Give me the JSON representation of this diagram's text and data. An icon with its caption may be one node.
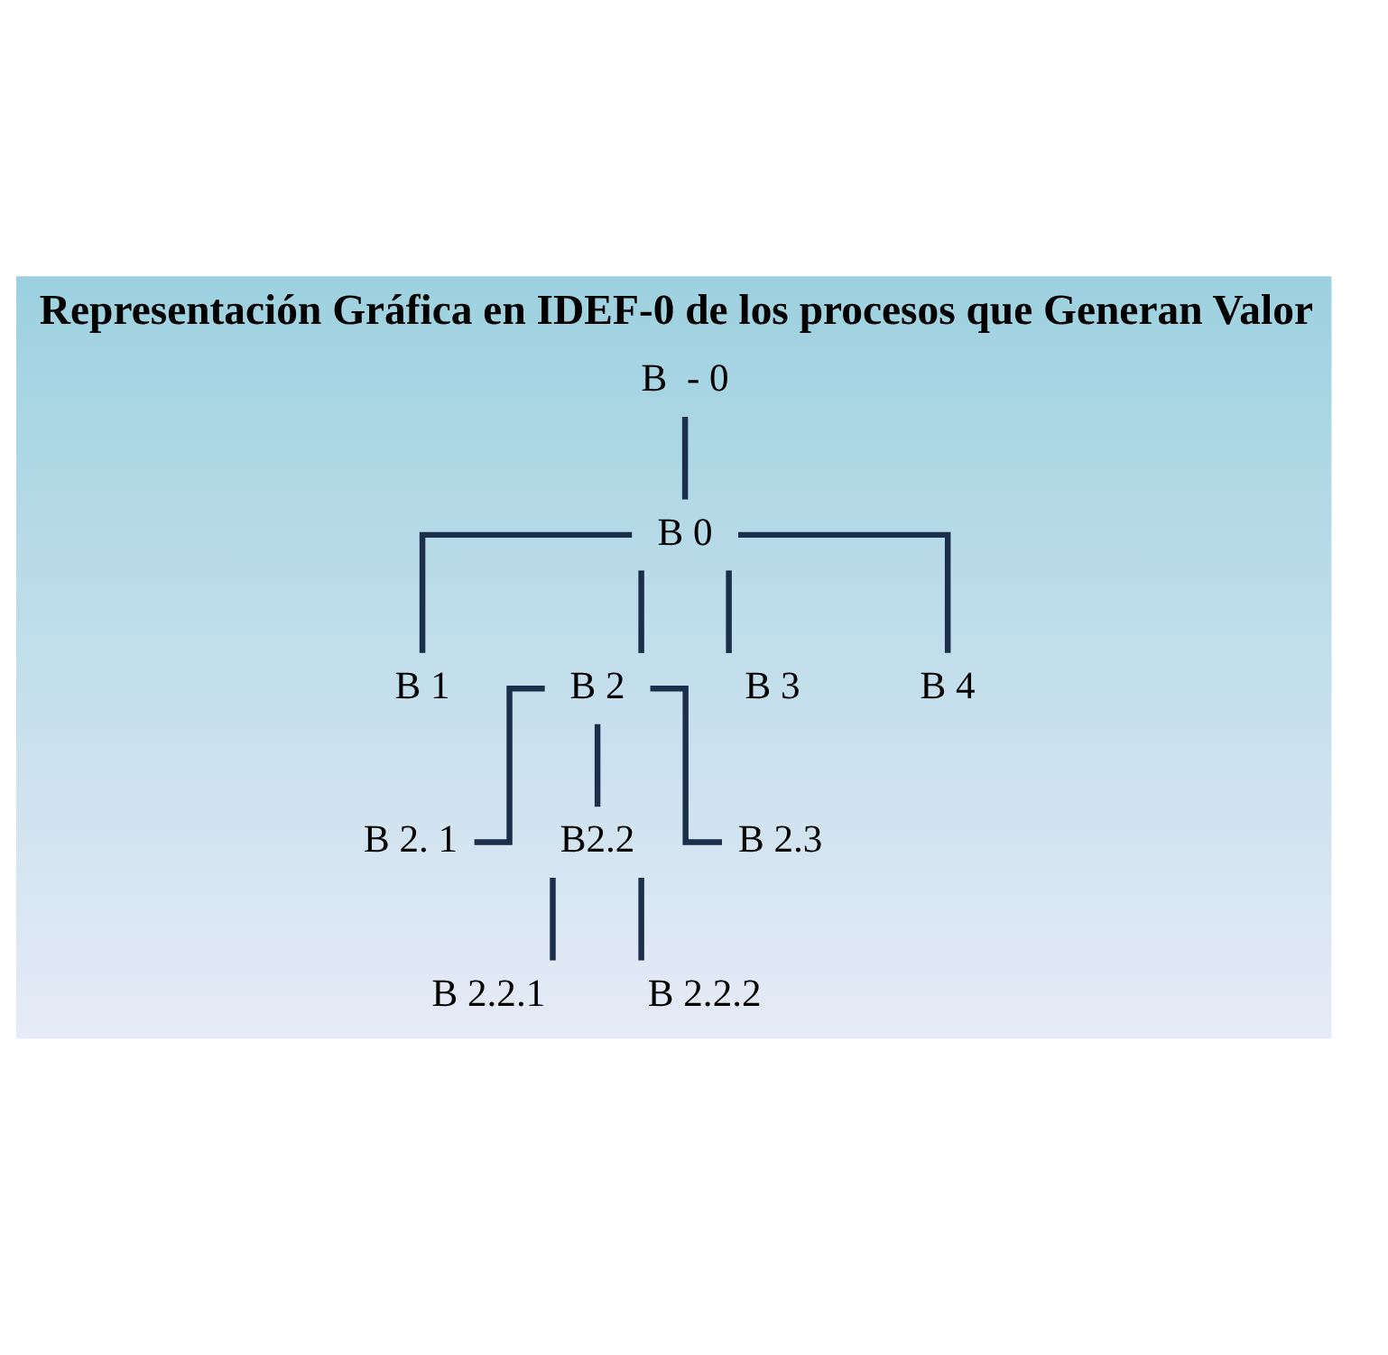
{
  "diagram": {
    "title": "Representación Gráfica en IDEF-0 de los procesos que Generan Valor",
    "nodes": [
      {
        "text": [
          "B  - 0"
        ]
      },
      {
        "text": [
          "B 0"
        ]
      },
      {
        "text": [
          "B 1"
        ]
      },
      {
        "text": [
          "B 2"
        ]
      },
      {
        "text": [
          "B 3"
        ]
      },
      {
        "text": [
          "B 4"
        ]
      },
      {
        "text": [
          "B 2. 1"
        ]
      },
      {
        "text": [
          "B2.2"
        ]
      },
      {
        "text": [
          "B 2.3"
        ]
      },
      {
        "text": [
          "B 2.2.1"
        ]
      },
      {
        "text": [
          "B 2.2.2"
        ]
      }
    ],
    "edges": [
      {
        "from": 0,
        "to": 1,
        "arrow": "none"
      },
      {
        "from": 1,
        "to": 2,
        "arrow": "none"
      },
      {
        "from": 1,
        "to": 3,
        "arrow": "none"
      },
      {
        "from": 1,
        "to": 4,
        "arrow": "none"
      },
      {
        "from": 1,
        "to": 5,
        "arrow": "none"
      },
      {
        "from": 3,
        "to": 6,
        "arrow": "none"
      },
      {
        "from": 3,
        "to": 7,
        "arrow": "none"
      },
      {
        "from": 3,
        "to": 8,
        "arrow": "none"
      },
      {
        "from": 7,
        "to": 9,
        "arrow": "none"
      },
      {
        "from": 7,
        "to": 10,
        "arrow": "none"
      }
    ]
  }
}
